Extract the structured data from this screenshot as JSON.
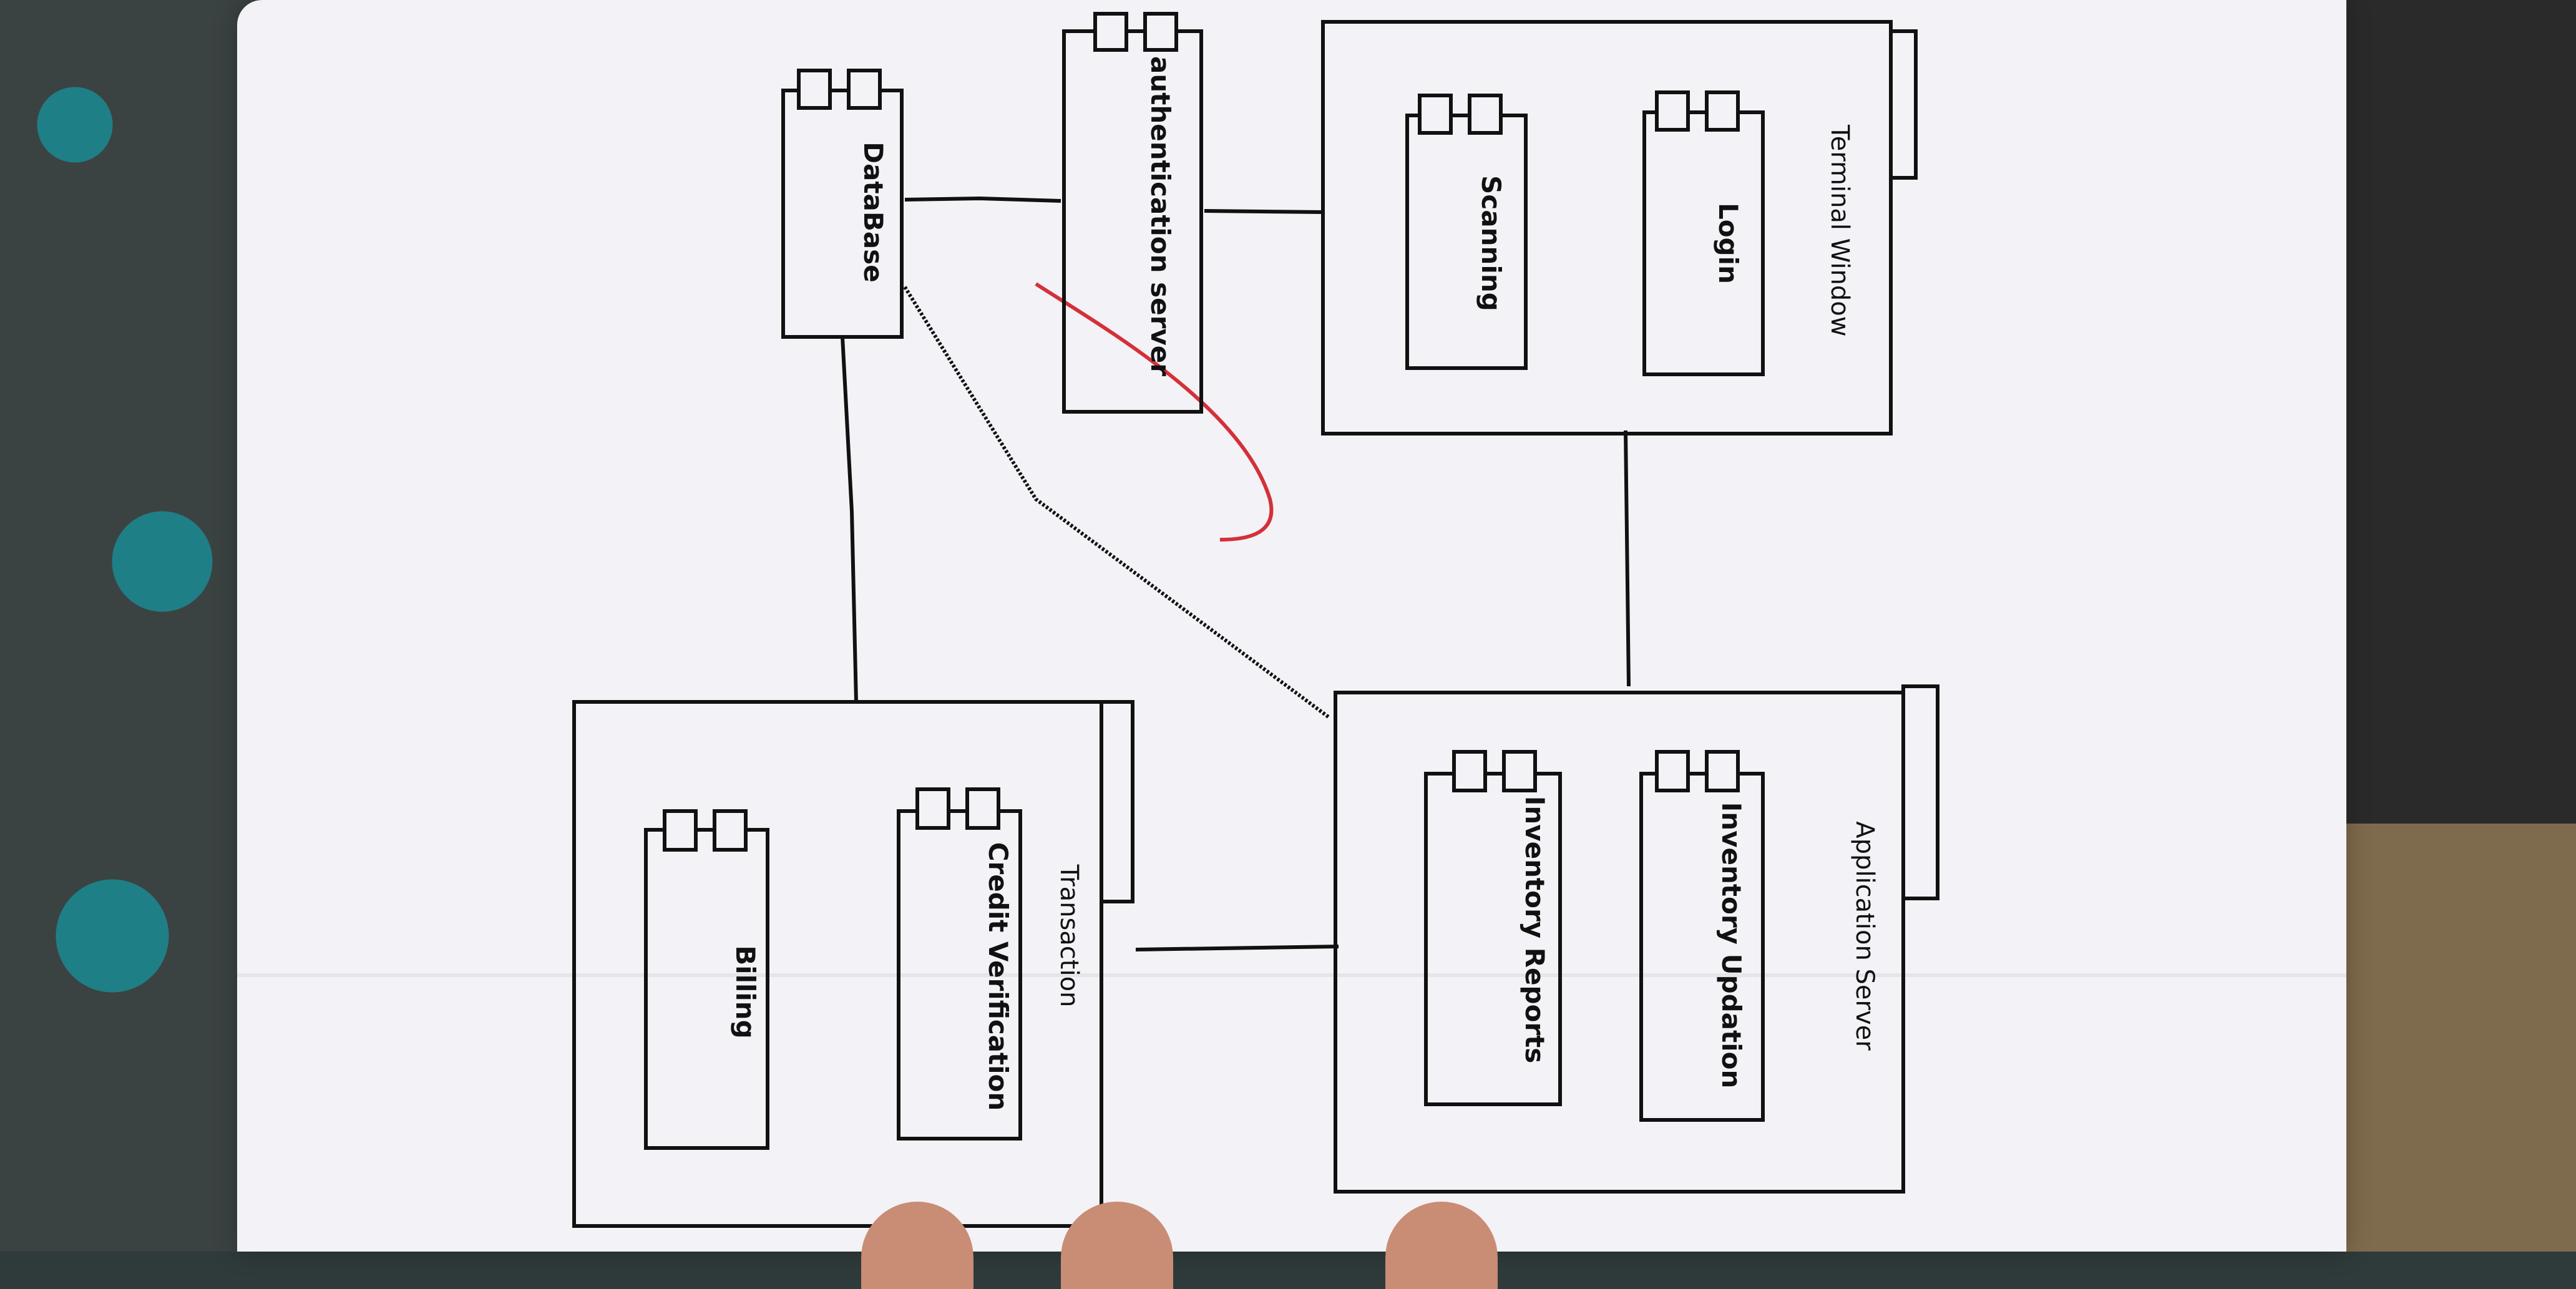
{
  "nodes": {
    "database": "DataBase",
    "auth_server": "authentication server",
    "terminal": {
      "title": "Terminal Window",
      "login": "Login",
      "scanning": "Scanning"
    },
    "app_server": {
      "title": "Application Server",
      "inventory_updation": "Inventory Updation",
      "inventory_reports": "Inventory Reports"
    },
    "transaction": {
      "title": "Transaction",
      "credit_verification": "Credit Verification",
      "billing": "Billing"
    }
  }
}
